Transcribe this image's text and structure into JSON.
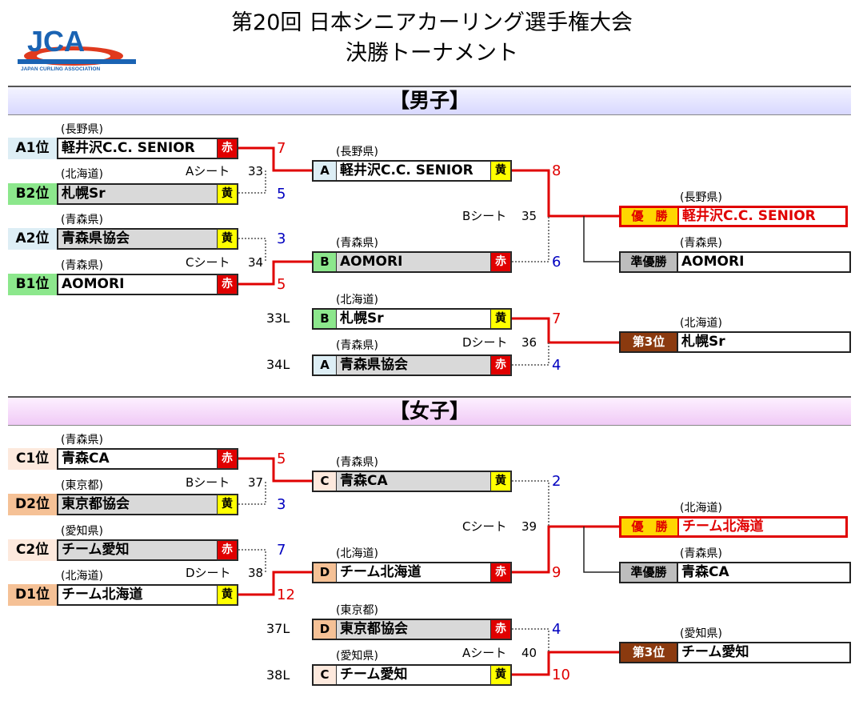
{
  "header": {
    "title_line1": "第20回 日本シニアカーリング選手権大会",
    "title_line2": "決勝トーナメント",
    "logo_text": "JCA",
    "logo_sub": "JAPAN CURLING ASSOCIATION"
  },
  "men": {
    "section_label": "【男子】",
    "round1": [
      {
        "rank": "A1位",
        "pref": "(長野県)",
        "team": "軽井沢C.C. SENIOR",
        "stone": "赤",
        "score": "7"
      },
      {
        "rank": "B2位",
        "pref": "(北海道)",
        "team": "札幌Sr",
        "stone": "黄",
        "score": "5",
        "sheet_label": "Aシート",
        "game_no": "33"
      },
      {
        "rank": "A2位",
        "pref": "(青森県)",
        "team": "青森県協会",
        "stone": "黄",
        "score": "3"
      },
      {
        "rank": "B1位",
        "pref": "(青森県)",
        "team": "AOMORI",
        "stone": "赤",
        "score": "5",
        "sheet_label": "Cシート",
        "game_no": "34"
      }
    ],
    "semis": [
      {
        "pref": "(長野県)",
        "sheet": "A",
        "team": "軽井沢C.C. SENIOR",
        "stone": "黄",
        "score": "8"
      },
      {
        "pref": "(青森県)",
        "sheet": "B",
        "team": "AOMORI",
        "stone": "赤",
        "score": "6"
      }
    ],
    "final_sheet_label": "Bシート",
    "final_game_no": "35",
    "third_game": [
      {
        "loser_label": "33L",
        "pref": "(北海道)",
        "sheet": "B",
        "team": "札幌Sr",
        "stone": "黄",
        "score": "7"
      },
      {
        "loser_label": "34L",
        "pref": "(青森県)",
        "sheet": "A",
        "team": "青森県協会",
        "stone": "赤",
        "score": "4"
      }
    ],
    "third_sheet_label": "Dシート",
    "third_game_no": "36",
    "champion": {
      "label": "優　勝",
      "pref": "(長野県)",
      "team": "軽井沢C.C. SENIOR"
    },
    "runner_up": {
      "label": "準優勝",
      "pref": "(青森県)",
      "team": "AOMORI"
    },
    "third": {
      "label": "第3位",
      "pref": "(北海道)",
      "team": "札幌Sr"
    }
  },
  "women": {
    "section_label": "【女子】",
    "round1": [
      {
        "rank": "C1位",
        "pref": "(青森県)",
        "team": "青森CA",
        "stone": "赤",
        "score": "5"
      },
      {
        "rank": "D2位",
        "pref": "(東京都)",
        "team": "東京都協会",
        "stone": "黄",
        "score": "3",
        "sheet_label": "Bシート",
        "game_no": "37"
      },
      {
        "rank": "C2位",
        "pref": "(愛知県)",
        "team": "チーム愛知",
        "stone": "赤",
        "score": "7"
      },
      {
        "rank": "D1位",
        "pref": "(北海道)",
        "team": "チーム北海道",
        "stone": "黄",
        "score": "12",
        "sheet_label": "Dシート",
        "game_no": "38"
      }
    ],
    "semis": [
      {
        "pref": "(青森県)",
        "sheet": "C",
        "team": "青森CA",
        "stone": "黄",
        "score": "2"
      },
      {
        "pref": "(北海道)",
        "sheet": "D",
        "team": "チーム北海道",
        "stone": "赤",
        "score": "9"
      }
    ],
    "final_sheet_label": "Cシート",
    "final_game_no": "39",
    "third_game": [
      {
        "loser_label": "37L",
        "pref": "(東京都)",
        "sheet": "D",
        "team": "東京都協会",
        "stone": "赤",
        "score": "4"
      },
      {
        "loser_label": "38L",
        "pref": "(愛知県)",
        "sheet": "C",
        "team": "チーム愛知",
        "stone": "黄",
        "score": "10"
      }
    ],
    "third_sheet_label": "Aシート",
    "third_game_no": "40",
    "champion": {
      "label": "優　勝",
      "pref": "(北海道)",
      "team": "チーム北海道"
    },
    "runner_up": {
      "label": "準優勝",
      "pref": "(青森県)",
      "team": "青森CA"
    },
    "third": {
      "label": "第3位",
      "pref": "(愛知県)",
      "team": "チーム愛知"
    }
  },
  "colors": {
    "win_line": "#e00000",
    "lose_line": "#555555",
    "win_score": "#e00000",
    "lose_score": "#0000c0"
  }
}
